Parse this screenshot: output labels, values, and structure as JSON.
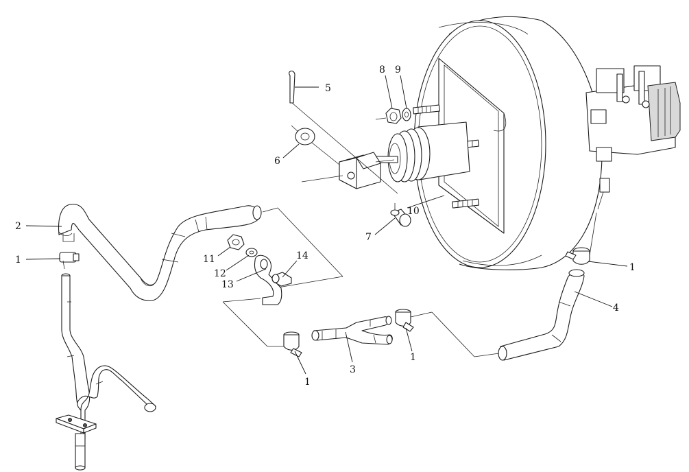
{
  "diagram": {
    "callouts": [
      {
        "id": "c1a",
        "text": "1"
      },
      {
        "id": "c1b",
        "text": "1"
      },
      {
        "id": "c1c",
        "text": "1"
      },
      {
        "id": "c1d",
        "text": "1"
      },
      {
        "id": "c2",
        "text": "2"
      },
      {
        "id": "c3",
        "text": "3"
      },
      {
        "id": "c4",
        "text": "4"
      },
      {
        "id": "c5",
        "text": "5"
      },
      {
        "id": "c6",
        "text": "6"
      },
      {
        "id": "c7",
        "text": "7"
      },
      {
        "id": "c8",
        "text": "8"
      },
      {
        "id": "c9",
        "text": "9"
      },
      {
        "id": "c10",
        "text": "10"
      },
      {
        "id": "c11",
        "text": "11"
      },
      {
        "id": "c12",
        "text": "12"
      },
      {
        "id": "c13",
        "text": "13"
      },
      {
        "id": "c14",
        "text": "14"
      }
    ]
  }
}
